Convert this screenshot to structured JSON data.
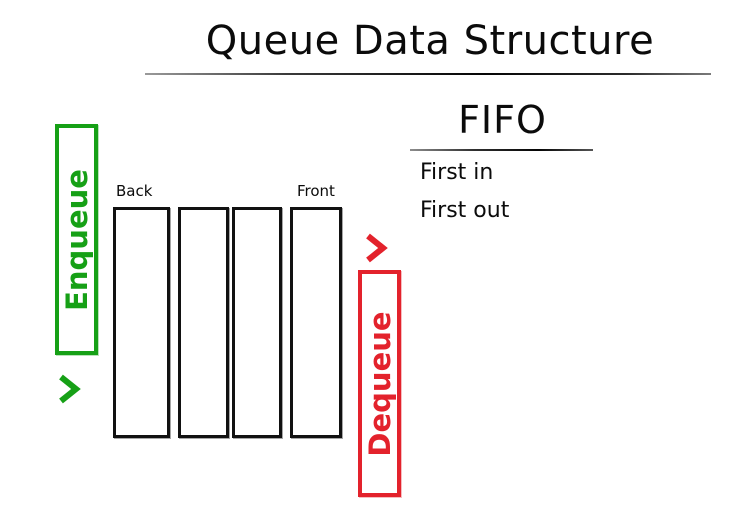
{
  "title": "Queue Data Structure",
  "fifo": {
    "heading": "FIFO",
    "line1": "First in",
    "line2": "First out"
  },
  "queue": {
    "labels": {
      "back": "Back",
      "front": "Front"
    },
    "cells": [
      "",
      "",
      "",
      ""
    ]
  },
  "enqueue": {
    "label": "Enqueue",
    "color": "#16a016",
    "arrow": "chevron-right-icon"
  },
  "dequeue": {
    "label": "Dequeue",
    "color": "#e3222c",
    "arrow": "chevron-right-icon"
  },
  "colors": {
    "ink": "#0b0b0b",
    "bar_outline": "#111111",
    "background": "#ffffff"
  }
}
